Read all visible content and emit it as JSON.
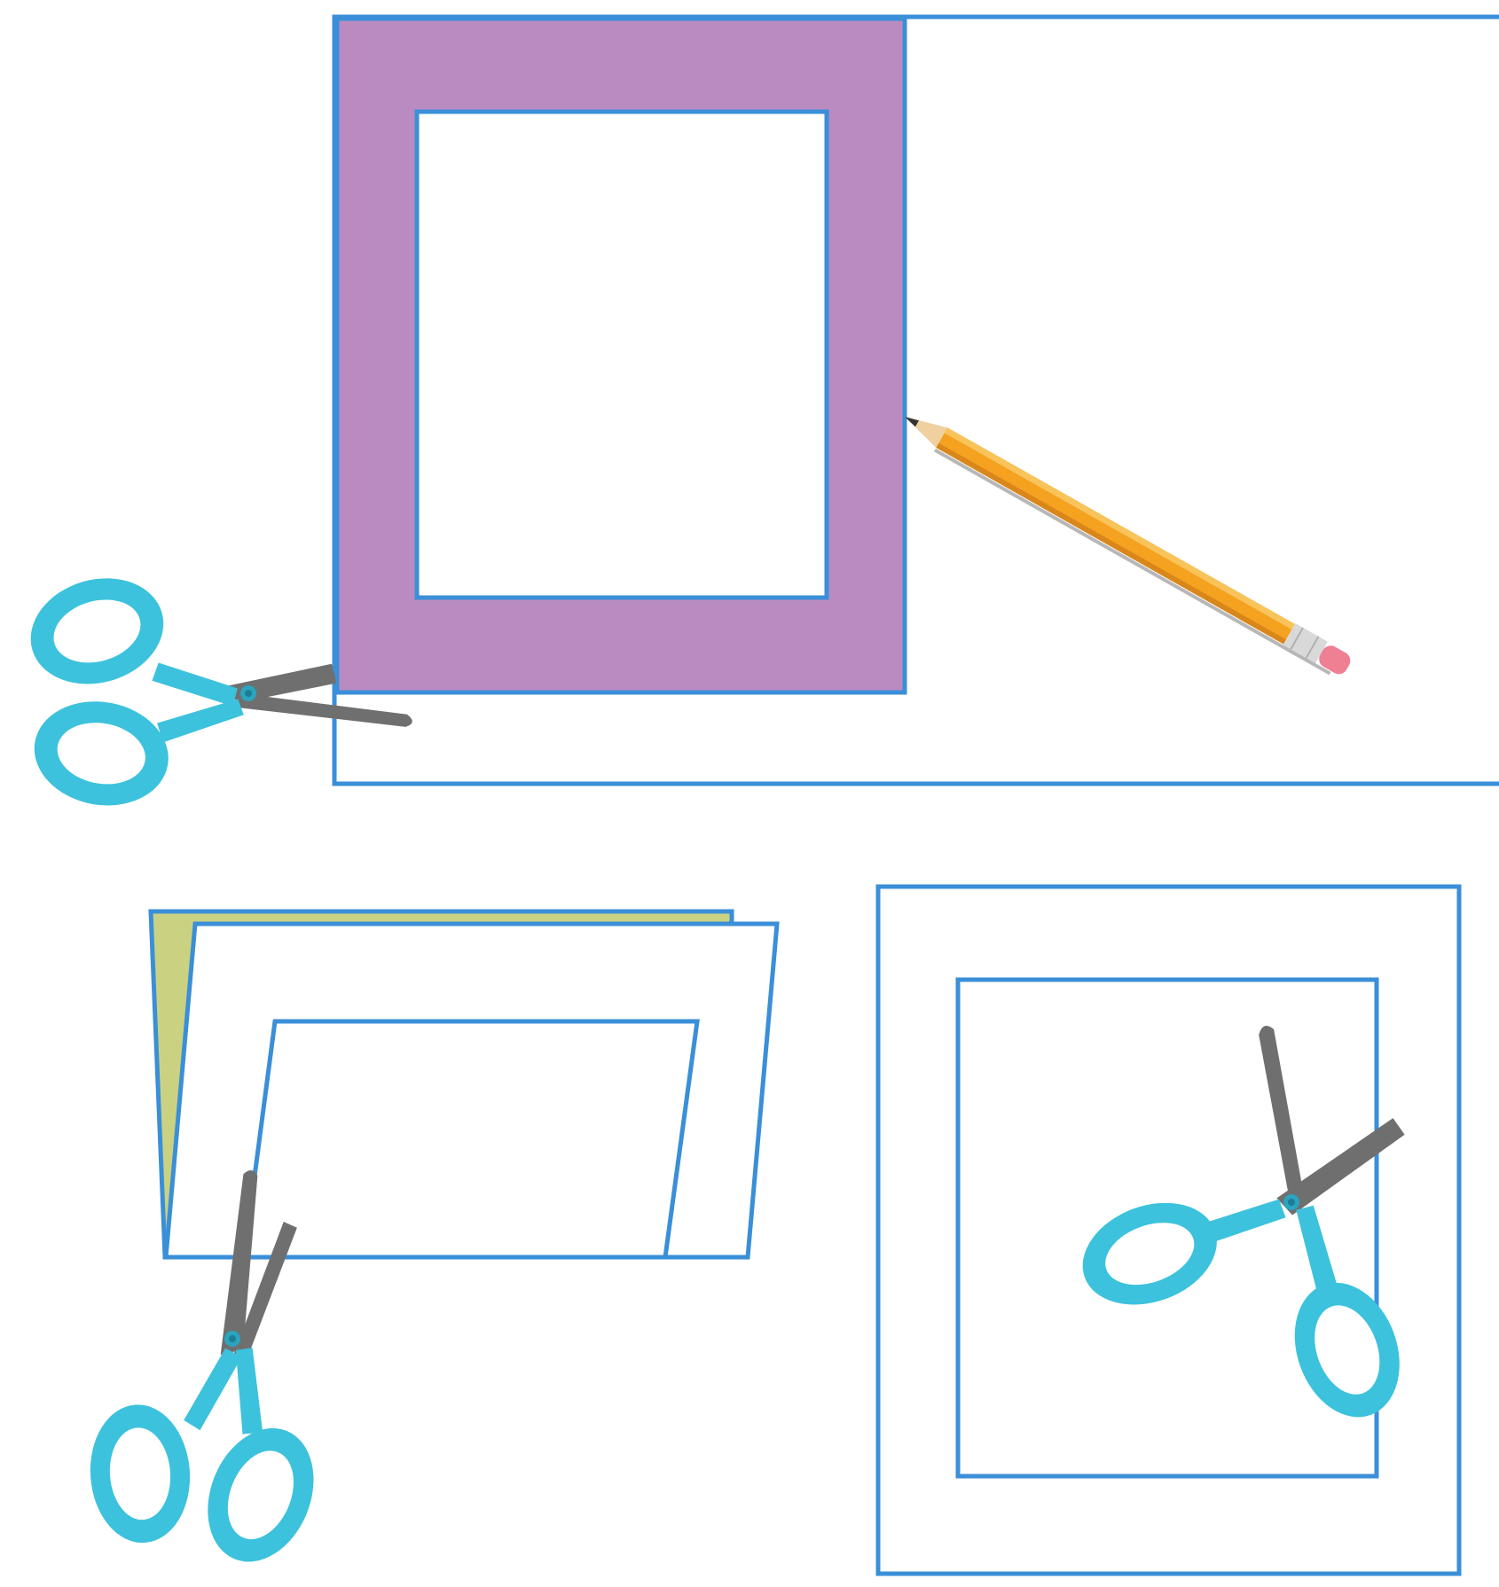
{
  "colors": {
    "background": "#ffffff",
    "outline": "#3a8fd8",
    "frame_fill": "#b98bc0",
    "folded_layer": "#cad282",
    "scissor_handle": "#3cc2dc",
    "scissor_handle_dark": "#2aa4bf",
    "scissor_blade": "#6f6f6f",
    "pencil_body": "#f4a21f",
    "pencil_wood": "#f0cfa0",
    "pencil_lead": "#333333",
    "pencil_ferrule": "#d9d9d9",
    "pencil_eraser": "#ef7f93"
  },
  "icons": {
    "scissors": "scissors-icon",
    "pencil": "pencil-icon"
  },
  "panels": [
    {
      "id": "top",
      "description_icon": "scissors-icon"
    },
    {
      "id": "bottom-left",
      "description_icon": "scissors-icon"
    },
    {
      "id": "bottom-right",
      "description_icon": "scissors-icon"
    }
  ]
}
